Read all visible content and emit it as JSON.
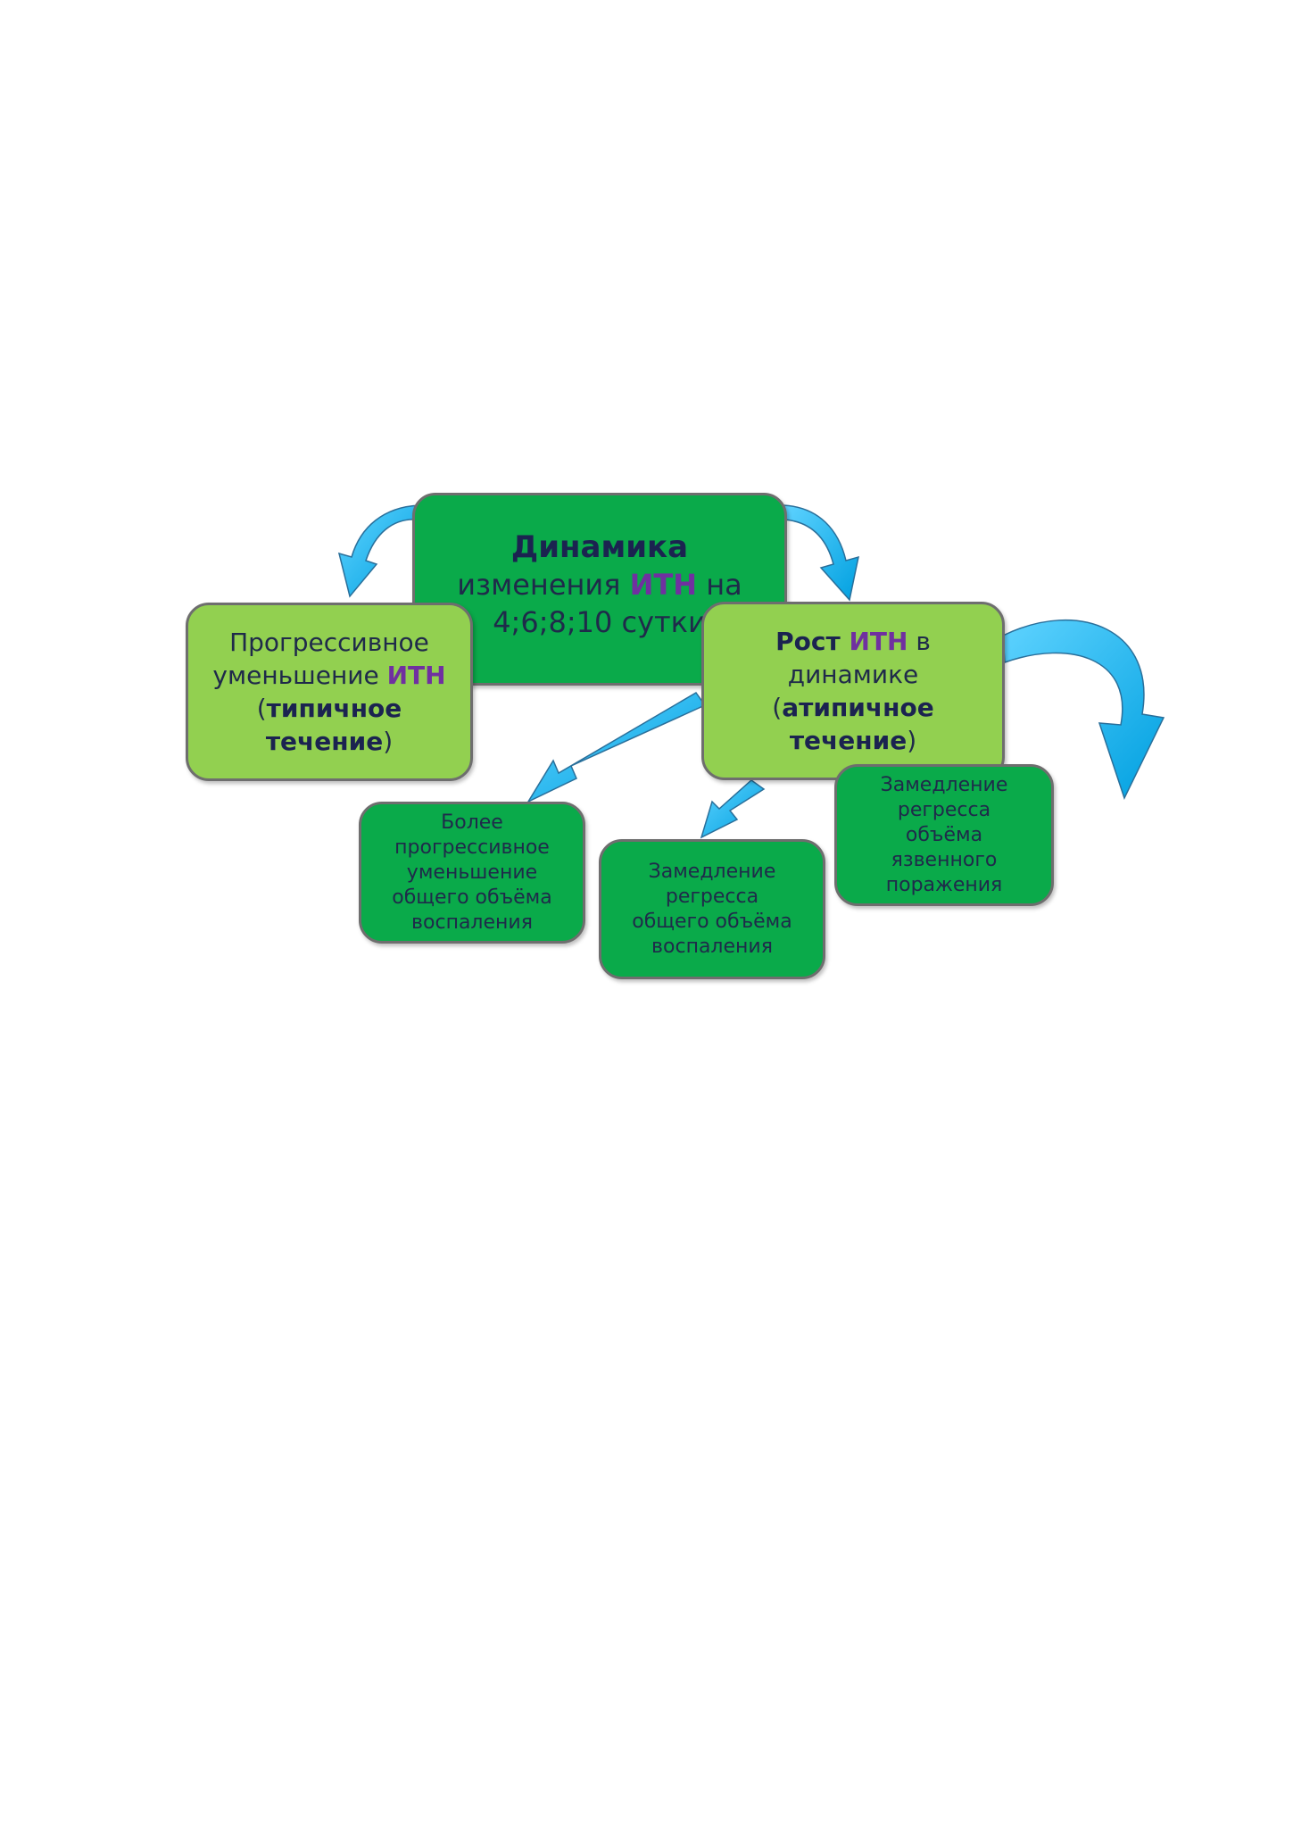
{
  "colors": {
    "arrow": "#00b0f0",
    "box_dark": "#0aaa4a",
    "box_light": "#92d050",
    "accent": "#7030a0",
    "text": "#1b2350"
  },
  "nodes": {
    "top": {
      "title": "Динамика",
      "line2_prefix": "изменения ",
      "line2_accent": "ИТН",
      "line2_suffix": " на",
      "line3": "4;6;8;10 сутки"
    },
    "left": {
      "line1": "Прогрессивное",
      "line2_prefix": "уменьшение ",
      "line2_accent": "ИТН",
      "line3_open": "(",
      "line3_bold": "типичное",
      "line4_bold": "течение",
      "line4_close": ")"
    },
    "right": {
      "line1_bold": "Рост ",
      "line1_accent": "ИТН",
      "line1_suffix": " в",
      "line2": "динамике",
      "line3_open": "(",
      "line3_bold": "атипичное",
      "line4_bold": "течение",
      "line4_close": ")"
    },
    "sub1": {
      "lines": [
        "Более",
        "прогрессивное",
        "уменьшение",
        "общего объёма",
        "воспаления"
      ]
    },
    "sub2": {
      "lines": [
        "Замедление",
        "регресса",
        "общего объёма",
        "воспаления"
      ]
    },
    "sub3": {
      "lines": [
        "Замедление",
        "регресса",
        "объёма",
        "язвенного",
        "поражения"
      ]
    }
  }
}
